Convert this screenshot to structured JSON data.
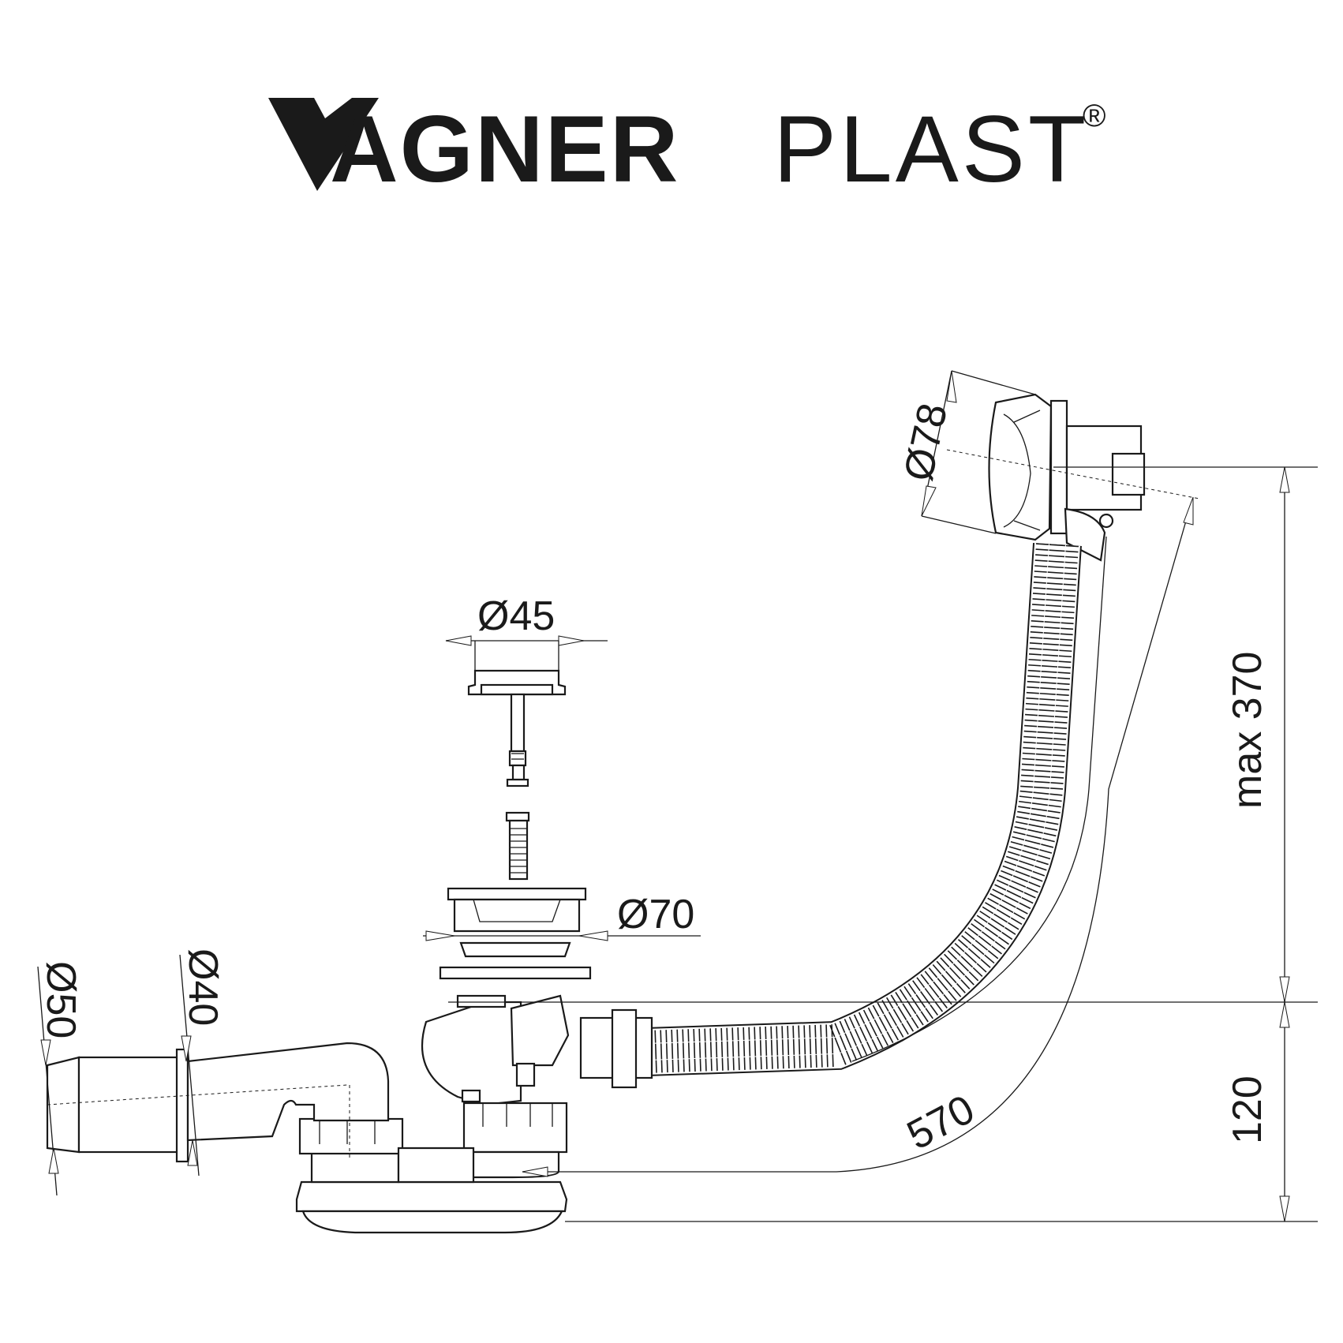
{
  "brand": {
    "name_bold": "AGNER",
    "name_light": "PLAST",
    "registered_mark": "®"
  },
  "dimensions": {
    "cover_diameter": "Ø78",
    "plug_diameter": "Ø45",
    "outlet_diameter": "Ø70",
    "pipe_outer_diameter": "Ø50",
    "pipe_inner_diameter": "Ø40",
    "max_height": "max 370",
    "base_height": "120",
    "hose_length": "570"
  },
  "colors": {
    "line": "#1a1a1a",
    "background": "#ffffff"
  }
}
